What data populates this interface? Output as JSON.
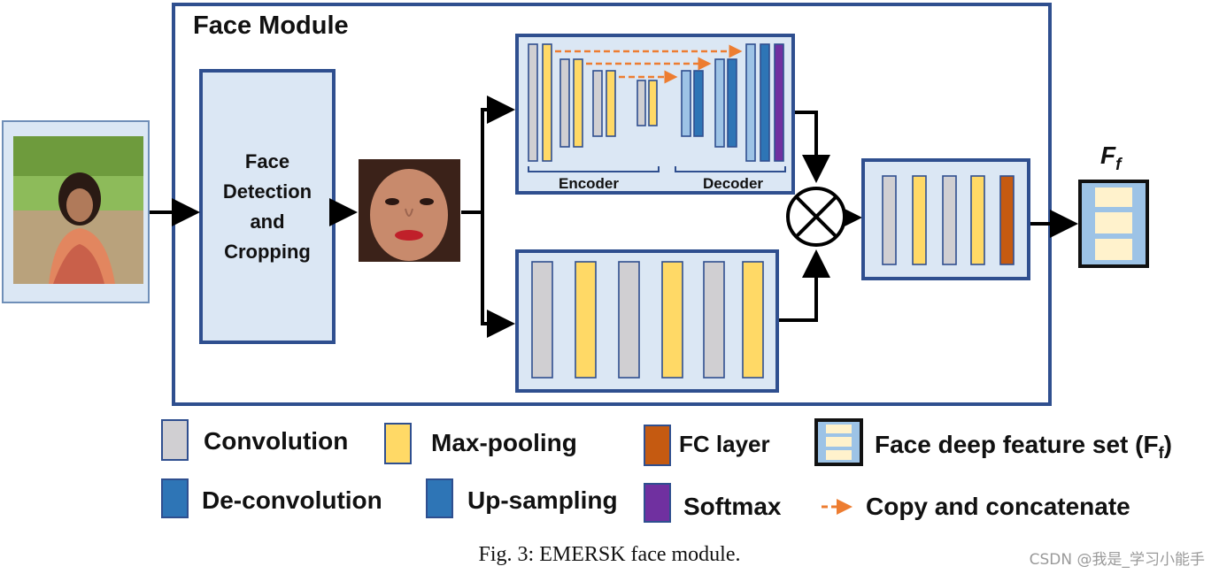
{
  "module_title": "Face Module",
  "detection_box": {
    "line1": "Face",
    "line2": "Detection",
    "line3": "and",
    "line4": "Cropping"
  },
  "encoder_label": "Encoder",
  "decoder_label": "Decoder",
  "output_label": {
    "main": "F",
    "sub": "f"
  },
  "legend": {
    "convolution": "Convolution",
    "max_pooling": "Max-pooling",
    "fc_layer": "FC layer",
    "face_feature_set": "Face deep feature set (F",
    "face_feature_set_sub": "f",
    "face_feature_set_close": ")",
    "deconvolution": "De-convolution",
    "upsampling": "Up-sampling",
    "softmax": "Softmax",
    "copy_concat": "Copy and concatenate"
  },
  "caption": "Fig. 3: EMERSK face module.",
  "watermark": "CSDN @我是_学习小能手",
  "colors": {
    "border_blue": "#2f4f8f",
    "panel_fill": "#dbe7f4",
    "conv_gray": "#d0cfd2",
    "pool_yellow": "#ffd966",
    "fc_orange": "#c55a11",
    "deconv_blue": "#2e75b6",
    "upsample_light": "#9dc3e6",
    "softmax_purple": "#7030a0",
    "copy_arrow": "#ed7d31"
  }
}
